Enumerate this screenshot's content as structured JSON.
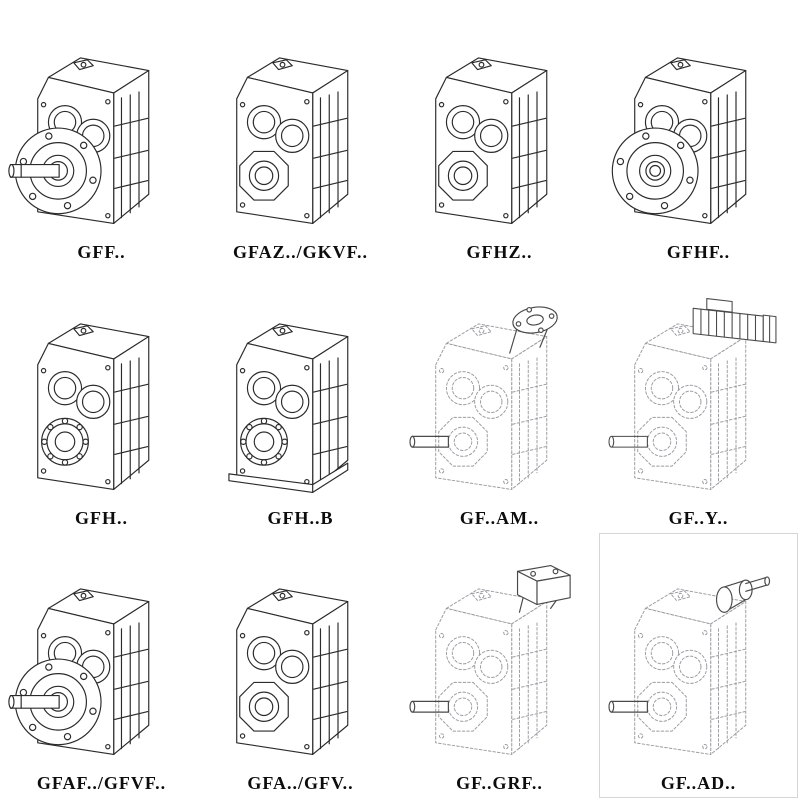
{
  "colors": {
    "background": "#ffffff",
    "line": "#2b2b2b",
    "phantom_line": "#9b9ba1",
    "label_text": "#0d0d0d"
  },
  "catalog": {
    "items": [
      {
        "label": "GFF..",
        "drawing": "gearbox-flange-output-with-shaft-icon"
      },
      {
        "label": "GFAZ../GKVF..",
        "drawing": "gearbox-hollow-shaft-output-icon"
      },
      {
        "label": "GFHZ..",
        "drawing": "gearbox-hollow-shaft-output-icon"
      },
      {
        "label": "GFHF..",
        "drawing": "gearbox-flange-output-hollow-icon"
      },
      {
        "label": "GFH..",
        "drawing": "gearbox-shaft-mounted-bearing-icon"
      },
      {
        "label": "GFH..B",
        "drawing": "gearbox-shaft-mounted-bearing-foot-icon"
      },
      {
        "label": "GF..AM..",
        "drawing": "phantom-gearbox-motor-flange-adapter-icon"
      },
      {
        "label": "GF..Y..",
        "drawing": "phantom-gearbox-mounted-motor-icon"
      },
      {
        "label": "GFAF../GFVF..",
        "drawing": "gearbox-flange-output-with-shaft-icon"
      },
      {
        "label": "GFA../GFV..",
        "drawing": "gearbox-hollow-shaft-output-icon"
      },
      {
        "label": "GF..GRF..",
        "drawing": "phantom-gearbox-coupling-housing-icon"
      },
      {
        "label": "GF..AD..",
        "drawing": "phantom-gearbox-input-shaft-adapter-icon"
      }
    ]
  }
}
